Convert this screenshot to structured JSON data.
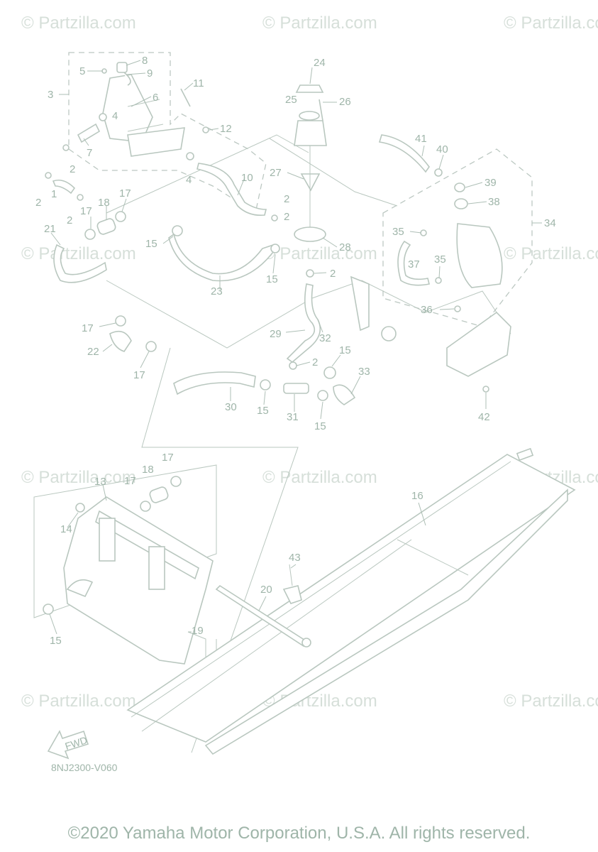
{
  "watermark": {
    "text": "© Partzilla.com"
  },
  "diagram_code": "8NJ2300-V060",
  "fwd_label": "FWD",
  "copyright": "©2020 Yamaha Motor Corporation, U.S.A. All rights reserved.",
  "callouts": [
    "1",
    "2",
    "3",
    "4",
    "5",
    "6",
    "7",
    "8",
    "9",
    "10",
    "11",
    "12",
    "13",
    "14",
    "15",
    "16",
    "17",
    "18",
    "19",
    "20",
    "21",
    "22",
    "23",
    "24",
    "25",
    "26",
    "27",
    "28",
    "29",
    "30",
    "31",
    "32",
    "33",
    "34",
    "35",
    "36",
    "37",
    "38",
    "39",
    "40",
    "41",
    "42",
    "43"
  ],
  "colors": {
    "line": "#b9c7bf",
    "text": "#9fb5a9",
    "watermark": "#d6dfd9"
  }
}
